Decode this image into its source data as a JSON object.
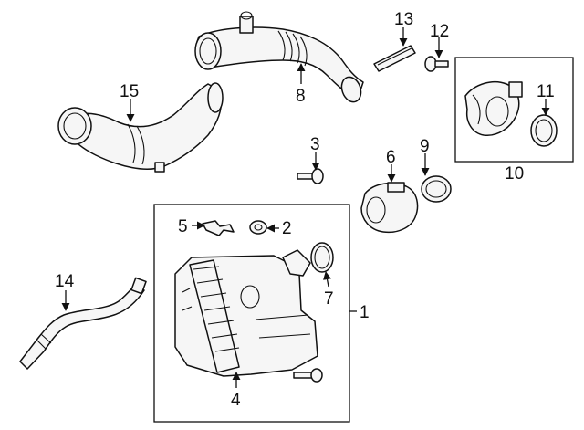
{
  "diagram": {
    "callouts": {
      "c1": "1",
      "c2": "2",
      "c3": "3",
      "c4": "4",
      "c5": "5",
      "c6": "6",
      "c7": "7",
      "c8": "8",
      "c9": "9",
      "c10": "10",
      "c11": "11",
      "c12": "12",
      "c13": "13",
      "c14": "14",
      "c15": "15"
    }
  }
}
